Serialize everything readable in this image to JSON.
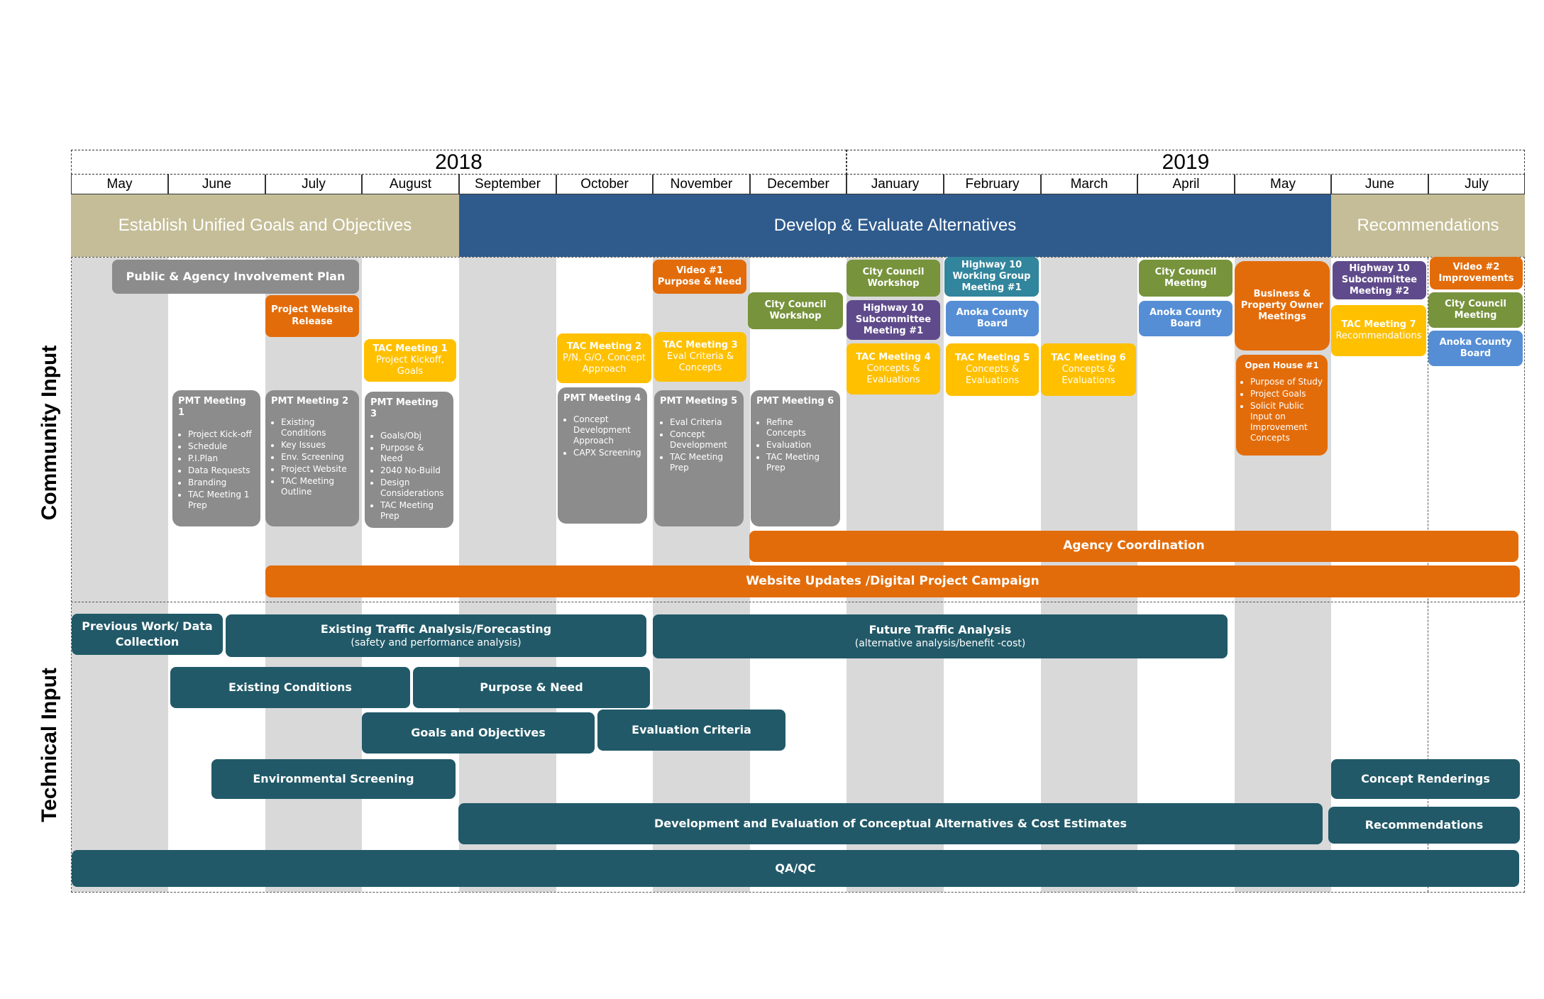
{
  "years": [
    "2018",
    "2019"
  ],
  "months": [
    "May",
    "June",
    "July",
    "August",
    "September",
    "October",
    "November",
    "December",
    "January",
    "February",
    "March",
    "April",
    "May",
    "June",
    "July"
  ],
  "phases": [
    "Establish Unified Goals and Objectives",
    "Develop & Evaluate Alternatives",
    "Recommendations"
  ],
  "sections": [
    "Community Input",
    "Technical Input"
  ],
  "colors": {
    "phase_tan": "#c4bd97",
    "phase_blue": "#2f5b8c",
    "stripe": "#d9d9d9",
    "gray": "#8c8c8c",
    "orange": "#e36c0a",
    "green": "#77933c",
    "purple": "#5f4b8b",
    "teal": "#31859c",
    "blue": "#558ed5",
    "yellow": "#ffc000",
    "dark_teal": "#215968"
  },
  "community": {
    "public_agency_plan": "Public & Agency Involvement Plan",
    "website_release": "Project Website Release",
    "tac1": {
      "title": "TAC Meeting 1",
      "sub": "Project Kickoff, Goals"
    },
    "tac2": {
      "title": "TAC Meeting 2",
      "sub": "P/N, G/O, Concept Approach"
    },
    "tac3": {
      "title": "TAC Meeting 3",
      "sub": "Eval Criteria & Concepts"
    },
    "tac4": {
      "title": "TAC Meeting 4",
      "sub": "Concepts & Evaluations"
    },
    "tac5": {
      "title": "TAC Meeting 5",
      "sub": "Concepts & Evaluations"
    },
    "tac6": {
      "title": "TAC Meeting 6",
      "sub": "Concepts & Evaluations"
    },
    "tac7": {
      "title": "TAC Meeting 7",
      "sub": "Recommendations"
    },
    "video1": "Video #1 Purpose & Need",
    "video2": "Video #2 Improvements",
    "cc_workshop_dec": "City Council Workshop",
    "cc_workshop_jan": "City Council Workshop",
    "cc_meeting_apr": "City Council Meeting",
    "cc_meeting_jul": "City Council Meeting",
    "hwy10_sub1": "Highway 10 Subcommittee Meeting #1",
    "hwy10_sub2": "Highway 10 Subcommittee Meeting #2",
    "hwy10_wg1": "Highway 10 Working Group Meeting #1",
    "anoka_feb": "Anoka County Board",
    "anoka_apr": "Anoka County Board",
    "anoka_jul": "Anoka County Board",
    "business_meetings": "Business & Property Owner Meetings",
    "open_house": {
      "title": "Open House #1",
      "items": [
        "Purpose of Study",
        "Project Goals",
        "Solicit Public Input on Improvement Concepts"
      ]
    },
    "pmt": [
      {
        "title": "PMT Meeting 1",
        "items": [
          "Project Kick-off",
          "Schedule",
          "P.I.Plan",
          "Data Requests",
          "Branding",
          "TAC Meeting 1 Prep"
        ]
      },
      {
        "title": "PMT Meeting 2",
        "items": [
          "Existing Conditions",
          "Key Issues",
          "Env. Screening",
          "Project Website",
          "TAC Meeting Outline"
        ]
      },
      {
        "title": "PMT Meeting 3",
        "items": [
          "Goals/Obj",
          "Purpose & Need",
          "2040 No-Build",
          "Design Considerations",
          "TAC Meeting Prep"
        ]
      },
      {
        "title": "PMT Meeting 4",
        "items": [
          "Concept Development Approach",
          "CAPX Screening"
        ]
      },
      {
        "title": "PMT Meeting 5",
        "items": [
          "Eval Criteria",
          "Concept Development",
          "TAC Meeting Prep"
        ]
      },
      {
        "title": "PMT Meeting 6",
        "items": [
          "Refine Concepts",
          "Evaluation",
          "TAC Meeting Prep"
        ]
      }
    ],
    "agency_coordination": "Agency Coordination",
    "website_updates": "Website Updates /Digital Project Campaign"
  },
  "technical": {
    "previous_work": "Previous Work/ Data Collection",
    "existing_traffic": {
      "title": "Existing Traffic Analysis/Forecasting",
      "sub": "(safety and performance analysis)"
    },
    "future_traffic": {
      "title": "Future Traffic Analysis",
      "sub": "(alternative analysis/benefit -cost)"
    },
    "existing_conditions": "Existing Conditions",
    "purpose_need": "Purpose & Need",
    "goals_objectives": "Goals and Objectives",
    "evaluation_criteria": "Evaluation Criteria",
    "environmental_screening": "Environmental Screening",
    "concept_renderings": "Concept Renderings",
    "development_evaluation": "Development  and Evaluation of Conceptual Alternatives & Cost Estimates",
    "recommendations": "Recommendations",
    "qaqc": "QA/QC"
  }
}
